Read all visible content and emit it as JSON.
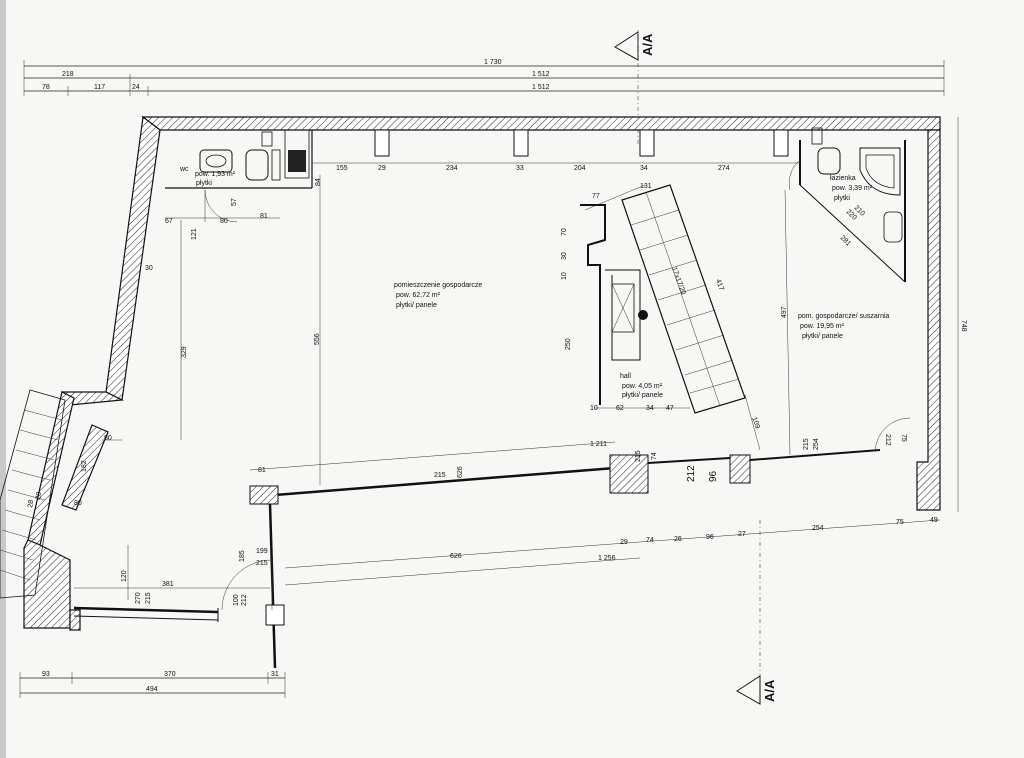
{
  "section_marker": "A/A",
  "top_dims": {
    "overall": "1 730",
    "row2_left": "218",
    "row2_right": "1 512",
    "row3": [
      "78",
      "117",
      "24",
      "1 512"
    ]
  },
  "interior_dims": [
    "155",
    "29",
    "234",
    "33",
    "204",
    "34",
    "274",
    "84",
    "57",
    "67",
    "80",
    "81",
    "121",
    "30",
    "329",
    "556",
    "77",
    "131",
    "70",
    "30",
    "10",
    "250",
    "10",
    "62",
    "34",
    "47",
    "417",
    "281",
    "220",
    "210",
    "497",
    "109",
    "80",
    "182",
    "80",
    "1 211",
    "81",
    "215",
    "626",
    "74",
    "215",
    "212",
    "96",
    "215",
    "254",
    "75",
    "212",
    "748",
    "29",
    "74",
    "26",
    "96",
    "27",
    "254",
    "75",
    "49",
    "626",
    "1 256",
    "199",
    "215",
    "185",
    "120",
    "381",
    "270",
    "215",
    "100",
    "212",
    "28",
    "28"
  ],
  "stair_label": "17x17/20",
  "bottom_dims": {
    "row1": [
      "93",
      "370",
      "31"
    ],
    "row2": "494"
  },
  "rooms": {
    "wc": {
      "name": "wc",
      "area": "pow. 1,93 m²",
      "finish": "płytki"
    },
    "main": {
      "name": "pomieszczenie gospodarcze",
      "area": "pow. 62,72 m²",
      "finish": "płytki/ panele"
    },
    "bath": {
      "name": "łazienka",
      "area": "pow. 3,39 m²",
      "finish": "płytki"
    },
    "hall": {
      "name": "hall",
      "area": "pow. 4,05 m²",
      "finish": "płytki/ panele"
    },
    "drying": {
      "name": "pom. gospodarcze/ suszarnia",
      "area": "pow. 19,95 m²",
      "finish": "płytki/ panele"
    }
  }
}
